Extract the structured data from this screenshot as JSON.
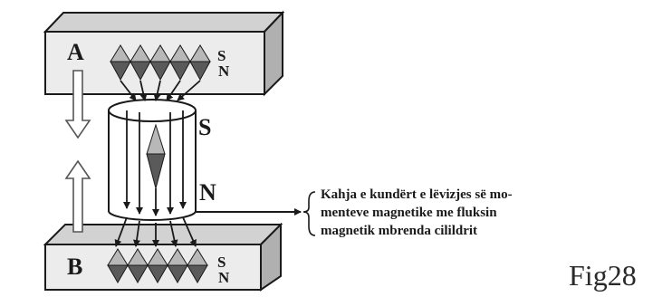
{
  "labels": {
    "magnet_a": "A",
    "magnet_b": "B",
    "a_pole_s": "S",
    "a_pole_n": "N",
    "b_pole_s": "S",
    "b_pole_n": "N",
    "cyl_s": "S",
    "cyl_n": "N"
  },
  "caption": {
    "line1": "Kahja e kundërt e lëvizjes së mo-",
    "line2": "menteve magnetike me fluksin",
    "line3": "magnetik mbrenda cilildrit"
  },
  "figure_label": "Fig28",
  "colors": {
    "bar_top": "#d4d4d4",
    "bar_front": "#ececec",
    "bar_side": "#b4b4b4",
    "diamond_light": "#b8b8b8",
    "diamond_dark": "#5a5a5a",
    "line": "#1a1a1a"
  }
}
